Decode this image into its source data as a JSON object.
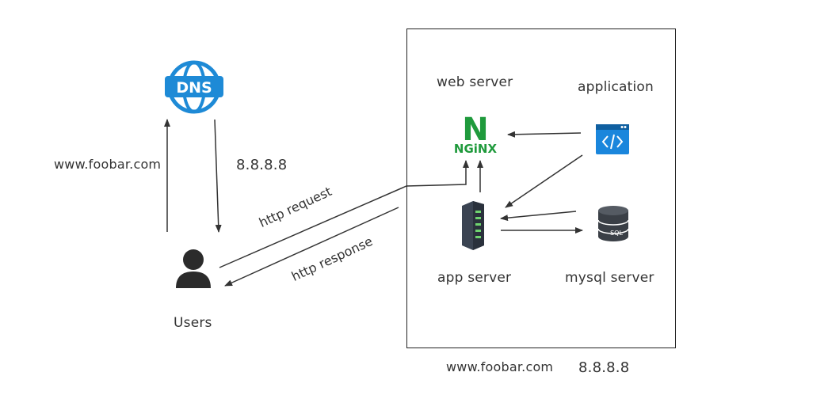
{
  "labels": {
    "web_server": "web server",
    "application": "application",
    "app_server": "app server",
    "mysql_server": "mysql server",
    "users": "Users",
    "domain_left": "www.foobar.com",
    "ip_left": "8.8.8.8",
    "domain_bottom": "www.foobar.com",
    "ip_bottom": "8.8.8.8",
    "http_request": "http request",
    "http_response": "http response"
  },
  "icons": {
    "dns_text": "DNS",
    "nginx_text": "NGiNX",
    "nginx_letter": "N",
    "sql_text": "SQL"
  },
  "colors": {
    "dns_blue": "#1e8ad6",
    "nginx_green": "#1f9a3c",
    "app_blue": "#1a86dc",
    "server_dark": "#3b4452",
    "db_dark": "#3a3f46",
    "user_dark": "#2b2b2b"
  }
}
